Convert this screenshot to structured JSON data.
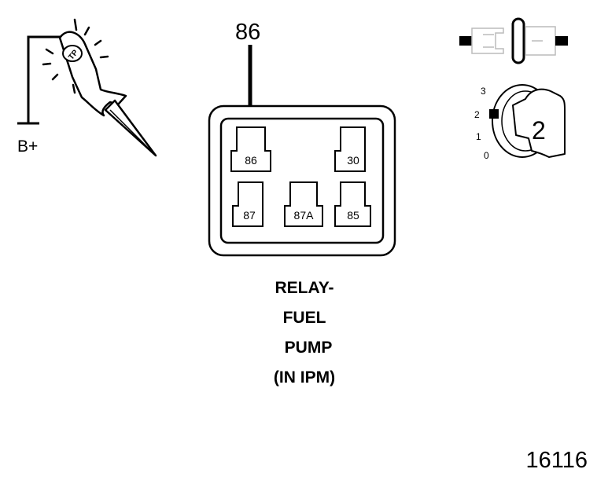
{
  "test_light": {
    "label": "B+",
    "probe_text": "TP"
  },
  "connector": {
    "probe_pin_label": "86",
    "terminals": [
      "86",
      "30",
      "87",
      "87A",
      "85"
    ]
  },
  "caption": {
    "line1": "RELAY-",
    "line2": "FUEL",
    "line3": "PUMP",
    "line4": "(IN IPM)"
  },
  "ignition": {
    "positions": [
      "3",
      "2",
      "1",
      "0"
    ],
    "selected": "2"
  },
  "figure_number": "16116",
  "colors": {
    "ink": "#000000",
    "background": "#ffffff",
    "connector_fill": "#ffffff"
  }
}
